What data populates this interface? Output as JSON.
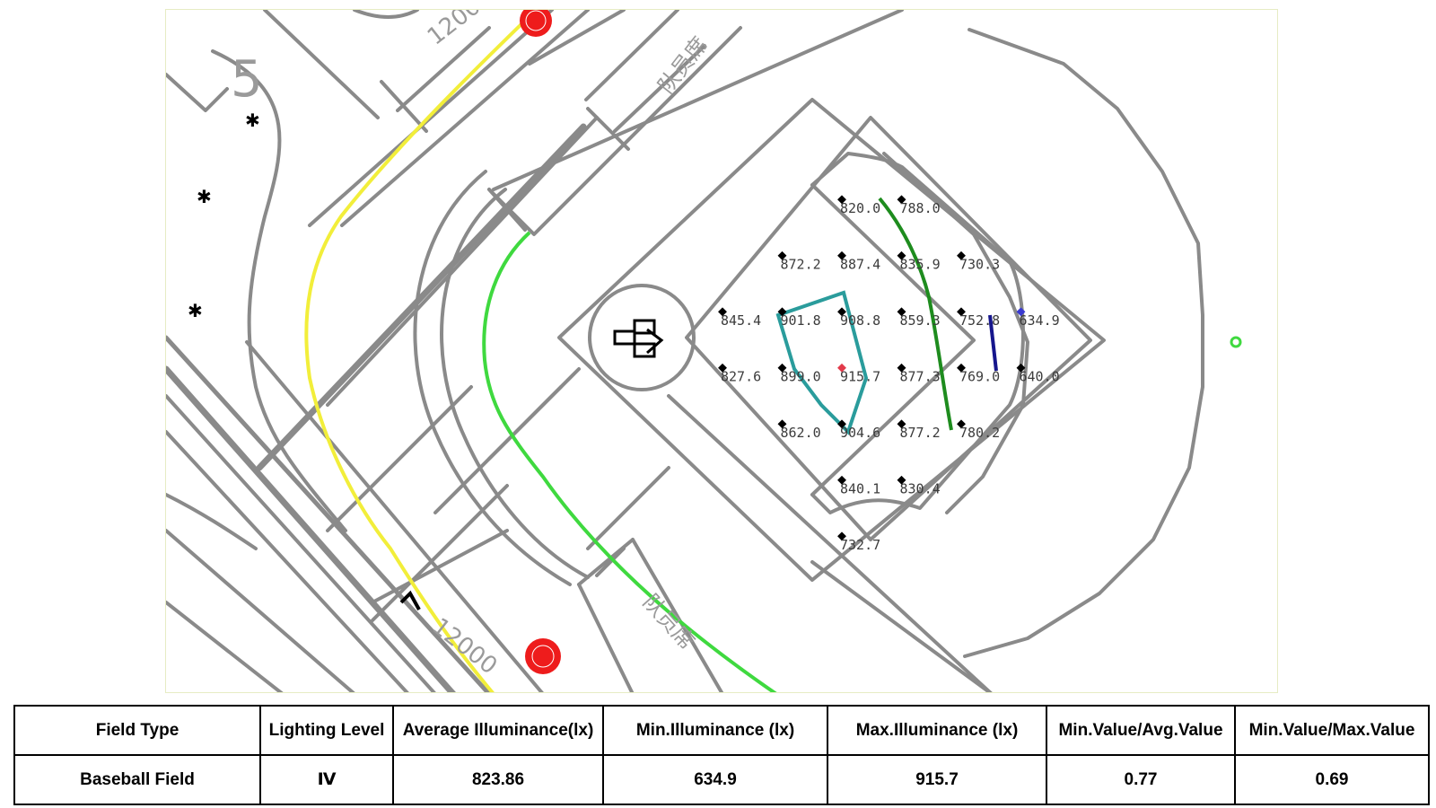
{
  "drawing": {
    "annotations": {
      "block_number": "5",
      "dimension_top": "1200",
      "dimension_bottom": "12000",
      "dugout_top": "队员席",
      "dugout_bottom": "队员席"
    },
    "calc_points": [
      {
        "label": "820.0",
        "row": 0,
        "col": 2
      },
      {
        "label": "788.0",
        "row": 0,
        "col": 3
      },
      {
        "label": "872.2",
        "row": 1,
        "col": 1
      },
      {
        "label": "887.4",
        "row": 1,
        "col": 2
      },
      {
        "label": "835.9",
        "row": 1,
        "col": 3
      },
      {
        "label": "730.3",
        "row": 1,
        "col": 4
      },
      {
        "label": "845.4",
        "row": 2,
        "col": 0
      },
      {
        "label": "901.8",
        "row": 2,
        "col": 1
      },
      {
        "label": "908.8",
        "row": 2,
        "col": 2
      },
      {
        "label": "859.3",
        "row": 2,
        "col": 3
      },
      {
        "label": "752.8",
        "row": 2,
        "col": 4
      },
      {
        "label": "634.9",
        "row": 2,
        "col": 5,
        "highlight": "min"
      },
      {
        "label": "827.6",
        "row": 3,
        "col": 0
      },
      {
        "label": "899.0",
        "row": 3,
        "col": 1
      },
      {
        "label": "915.7",
        "row": 3,
        "col": 2,
        "highlight": "max"
      },
      {
        "label": "877.3",
        "row": 3,
        "col": 3
      },
      {
        "label": "769.0",
        "row": 3,
        "col": 4
      },
      {
        "label": "640.0",
        "row": 3,
        "col": 5
      },
      {
        "label": "862.0",
        "row": 4,
        "col": 1
      },
      {
        "label": "904.6",
        "row": 4,
        "col": 2
      },
      {
        "label": "877.2",
        "row": 4,
        "col": 3
      },
      {
        "label": "780.2",
        "row": 4,
        "col": 4
      },
      {
        "label": "840.1",
        "row": 5,
        "col": 2
      },
      {
        "label": "830.4",
        "row": 5,
        "col": 3
      },
      {
        "label": "732.7",
        "row": 6,
        "col": 2
      }
    ],
    "colors": {
      "outline": "#8a8a8a",
      "yellow_line": "#f2ee3a",
      "light_green_line": "#3fd93f",
      "dark_green_contour": "#1e8c1e",
      "teal_contour": "#2a9c9c",
      "navy_contour": "#16168c",
      "min_point": "#3a3ad0",
      "max_point": "#e23a4a",
      "light_pole": "#ee1c1c"
    }
  },
  "table": {
    "headers": [
      "Field Type",
      "Lighting Level",
      "Average Illuminance(lx)",
      "Min.Illuminance  (lx)",
      "Max.Illuminance (lx)",
      "Min.Value/Avg.Value",
      "Min.Value/Max.Value"
    ],
    "row": [
      "Baseball Field",
      "Ⅳ",
      "823.86",
      "634.9",
      "915.7",
      "0.77",
      "0.69"
    ]
  }
}
